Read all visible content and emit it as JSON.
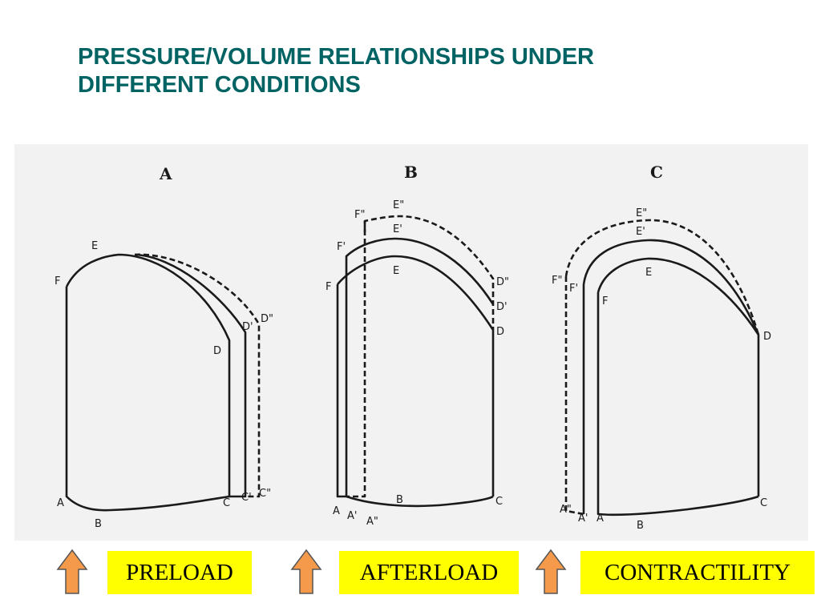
{
  "slide": {
    "title_line1": "PRESSURE/VOLUME RELATIONSHIPS UNDER",
    "title_line2": "DIFFERENT CONDITIONS"
  },
  "panels": [
    {
      "heading": "A",
      "points": [
        "F",
        "E",
        "D",
        "D'",
        "D\"",
        "A",
        "B",
        "C",
        "C'",
        "C\""
      ]
    },
    {
      "heading": "B",
      "points": [
        "F\"",
        "E\"",
        "F'",
        "E'",
        "F",
        "E",
        "D\"",
        "D'",
        "D",
        "A",
        "A'",
        "A\"",
        "B",
        "C"
      ]
    },
    {
      "heading": "C",
      "points": [
        "E\"",
        "E'",
        "F\"",
        "F'",
        "E",
        "F",
        "D",
        "A\"",
        "A'",
        "A",
        "B",
        "C"
      ]
    }
  ],
  "labels": {
    "preload": "PRELOAD",
    "afterload": "AFTERLOAD",
    "contractility": "CONTRACTILITY"
  },
  "colors": {
    "title": "#006363",
    "label_bg": "#ffff00",
    "arrow_fill": "#f59a4a",
    "arrow_stroke": "#555555"
  },
  "icons": {
    "arrow": "up-arrow-icon"
  }
}
